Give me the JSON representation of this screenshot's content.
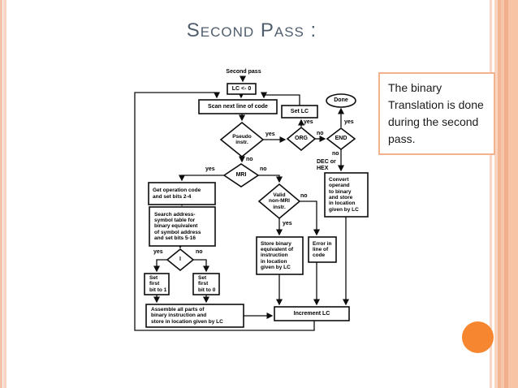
{
  "title": "Second Pass :",
  "callout": {
    "text": "The binary Translation is done during the second pass."
  },
  "flowchart": {
    "start_label": "Second pass",
    "nodes": {
      "lc0": "LC <- 0",
      "scan": "Scan next line of code",
      "set_lc": "Set LC",
      "done": "Done",
      "pseudo": "Pseudo\ninstr.",
      "org": "ORG",
      "end": "END",
      "mri": "MRI",
      "get_op": "Get operation code\nand set bits 2-4",
      "search": "Search address-\nsymbol table for\nbinary equivalent\nof symbol address\nand set bits 5-16",
      "i": "I",
      "set_bit1": "Set\nfirst\nbit to 1",
      "set_bit0": "Set\nfirst\nbit to 0",
      "assemble": "Assemble all parts of\nbinary instruction and\nstore in location given by LC",
      "valid": "Valid\nnon-MRI\ninstr.",
      "store": "Store binary\nequivalent of\ninstruction\nin location\ngiven by LC",
      "error": "Error in\nline of\ncode",
      "dec_hex": "DEC or\nHEX",
      "convert": "Convert\noperand\nto binary\nand store\nin location\ngiven by LC",
      "increment": "Increment LC"
    },
    "edge_labels": {
      "yes": "yes",
      "no": "no"
    }
  },
  "colors": {
    "title_text": "#4f5d6d",
    "callout_border": "#f2b28c",
    "circle_orange": "#f6862f",
    "stripe_salmon_light": "#f8d5c3",
    "stripe_salmon_dark": "#f2af8b",
    "flowchart_ink": "#0d0d0d"
  }
}
